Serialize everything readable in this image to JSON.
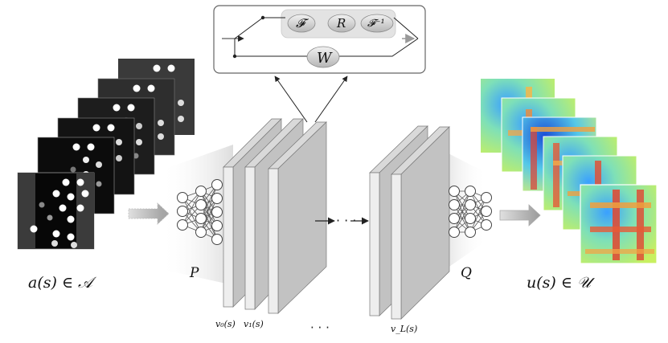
{
  "top_box": {
    "ops": [
      "𝓕",
      "R",
      "𝓕⁻¹"
    ],
    "weight": "W"
  },
  "input_label": "a(s) ∈ 𝒜",
  "output_label": "u(s) ∈ 𝒰",
  "lift_label": "P",
  "project_label": "Q",
  "layer_labels": {
    "v0": "v₀(s)",
    "v1": "v₁(s)",
    "vL": "v_L(s)"
  },
  "ellipsis_mid": "· · ·",
  "ellipsis_bottom": "· · ·",
  "colors": {
    "layer_face": "#bdbdbd",
    "layer_front": "#ececec",
    "funnel": "#e6e6e6",
    "arrow_gray": "#9e9e9e",
    "box_border": "#666666"
  }
}
